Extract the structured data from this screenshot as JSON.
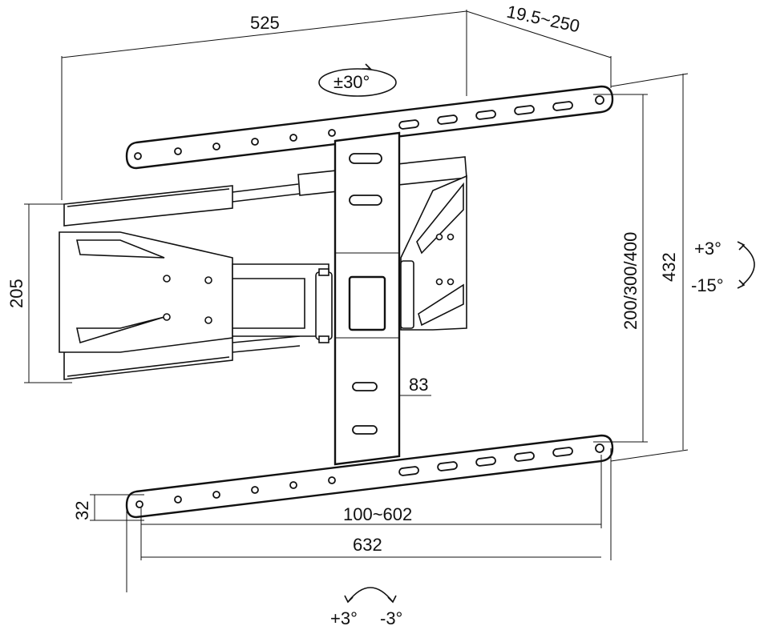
{
  "dimensions": {
    "width_top": "525",
    "depth": "19.5~250",
    "swivel": "±30°",
    "height_arm": "205",
    "vesa_vertical": "200/300/400",
    "height_total": "432",
    "tilt_up": "+3°",
    "tilt_down": "-15°",
    "bracket_width": "83",
    "rail_height": "32",
    "vesa_horizontal": "100~602",
    "rail_width": "632",
    "level_plus": "+3°",
    "level_minus": "-3°"
  },
  "colors": {
    "stroke": "#111111",
    "background": "#ffffff"
  }
}
